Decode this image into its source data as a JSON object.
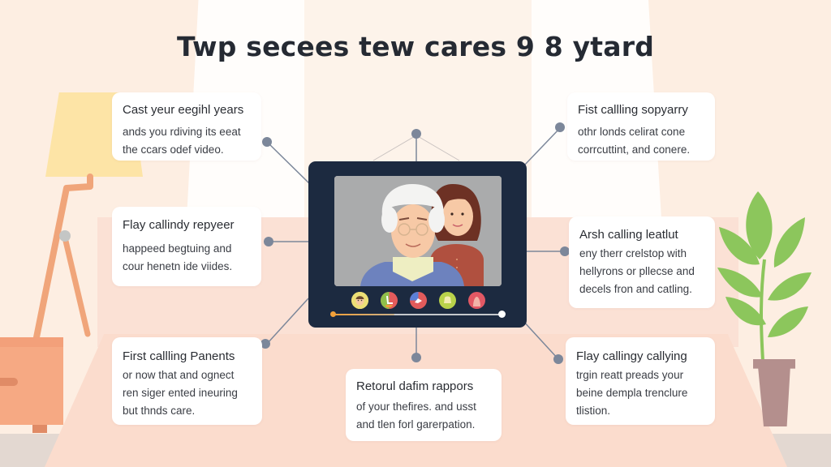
{
  "title": "Twp secees tew cares 9 8 ytard",
  "cards": [
    {
      "id": "top-left",
      "title": "Cast yeur eegihl years",
      "lines": [
        "ands you rdiving its eeat",
        "the ccars odef video."
      ]
    },
    {
      "id": "middle-left",
      "title": "Flay callindy repyeer",
      "lines": [
        "happeed begtuing and",
        "cour henetn ide viides."
      ]
    },
    {
      "id": "bottom-left",
      "title": "First callling Panents",
      "lines": [
        "or now that and ognect",
        "ren siger ented ineuring",
        "but thnds care."
      ]
    },
    {
      "id": "bottom-center",
      "title": "Retorul dafim rappors",
      "lines": [
        "of your thefires. and usst",
        "and tlen forl garerpation."
      ]
    },
    {
      "id": "top-right",
      "title": "Fist callling sopyarry",
      "lines": [
        "othr londs celirat cone",
        "corrcuttint, and conere."
      ]
    },
    {
      "id": "middle-right",
      "title": "Arsh calling leatlut",
      "lines": [
        "eny therr crelstop with",
        "hellyrons or pllecse and",
        "decels fron and catling."
      ]
    },
    {
      "id": "bottom-right",
      "title": "Flay callingy callying",
      "lines": [
        "trgin reatt preads your",
        "beine dempla trenclure",
        "tlistion."
      ]
    }
  ],
  "video_call": {
    "participants": [
      "elderly-woman",
      "younger-woman"
    ],
    "controls": [
      {
        "icon": "participant-avatar-icon",
        "color": "#e8d96a"
      },
      {
        "icon": "chat-icon",
        "color": "#e45b5b"
      },
      {
        "icon": "share-icon",
        "color": "#5b7fd6"
      },
      {
        "icon": "photo-icon",
        "color": "#b9d24a"
      },
      {
        "icon": "user-icon",
        "color": "#e25864"
      }
    ],
    "progress_percent": 36
  },
  "colors": {
    "tablet": "#1c2a40",
    "connector": "#7c879a",
    "progress_accent": "#f2a13a",
    "lamp_shade": "#fde4a6",
    "lamp_pole": "#f0a57a",
    "plant": "#8cc65c",
    "pot": "#b48f8d"
  }
}
